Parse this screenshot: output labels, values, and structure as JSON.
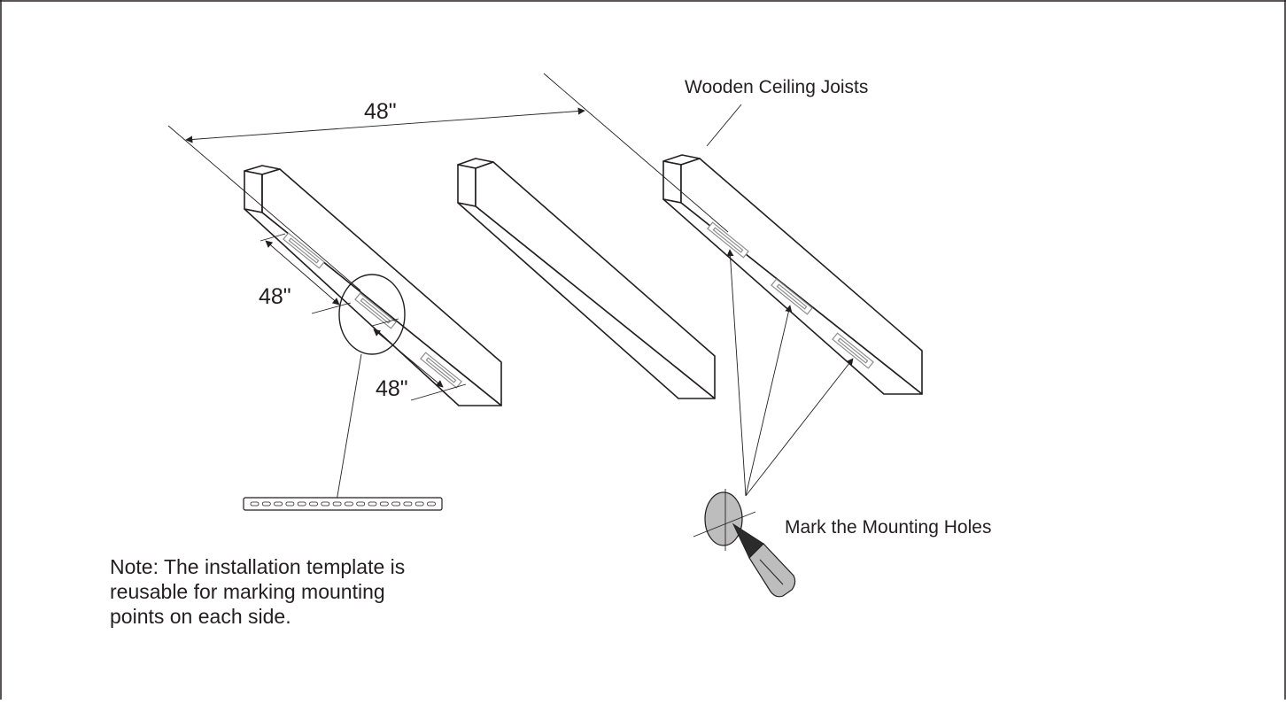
{
  "labels": {
    "dimension_top": "48\"",
    "dimension_left": "48\"",
    "dimension_bottom": "48\"",
    "joists_label": "Wooden Ceiling Joists",
    "mark_label": "Mark the Mounting Holes"
  },
  "note": {
    "line1": "Note: The installation template is",
    "line2": "reusable for marking mounting",
    "line3": "points on each side."
  },
  "colors": {
    "ink": "#231f20",
    "slot": "#8c8c8c",
    "marker_body": "#bdbdbd",
    "marker_tip": "#2b2b2b"
  },
  "icons": {
    "marker": "marker-pen-icon",
    "crosshair": "crosshair-icon"
  }
}
